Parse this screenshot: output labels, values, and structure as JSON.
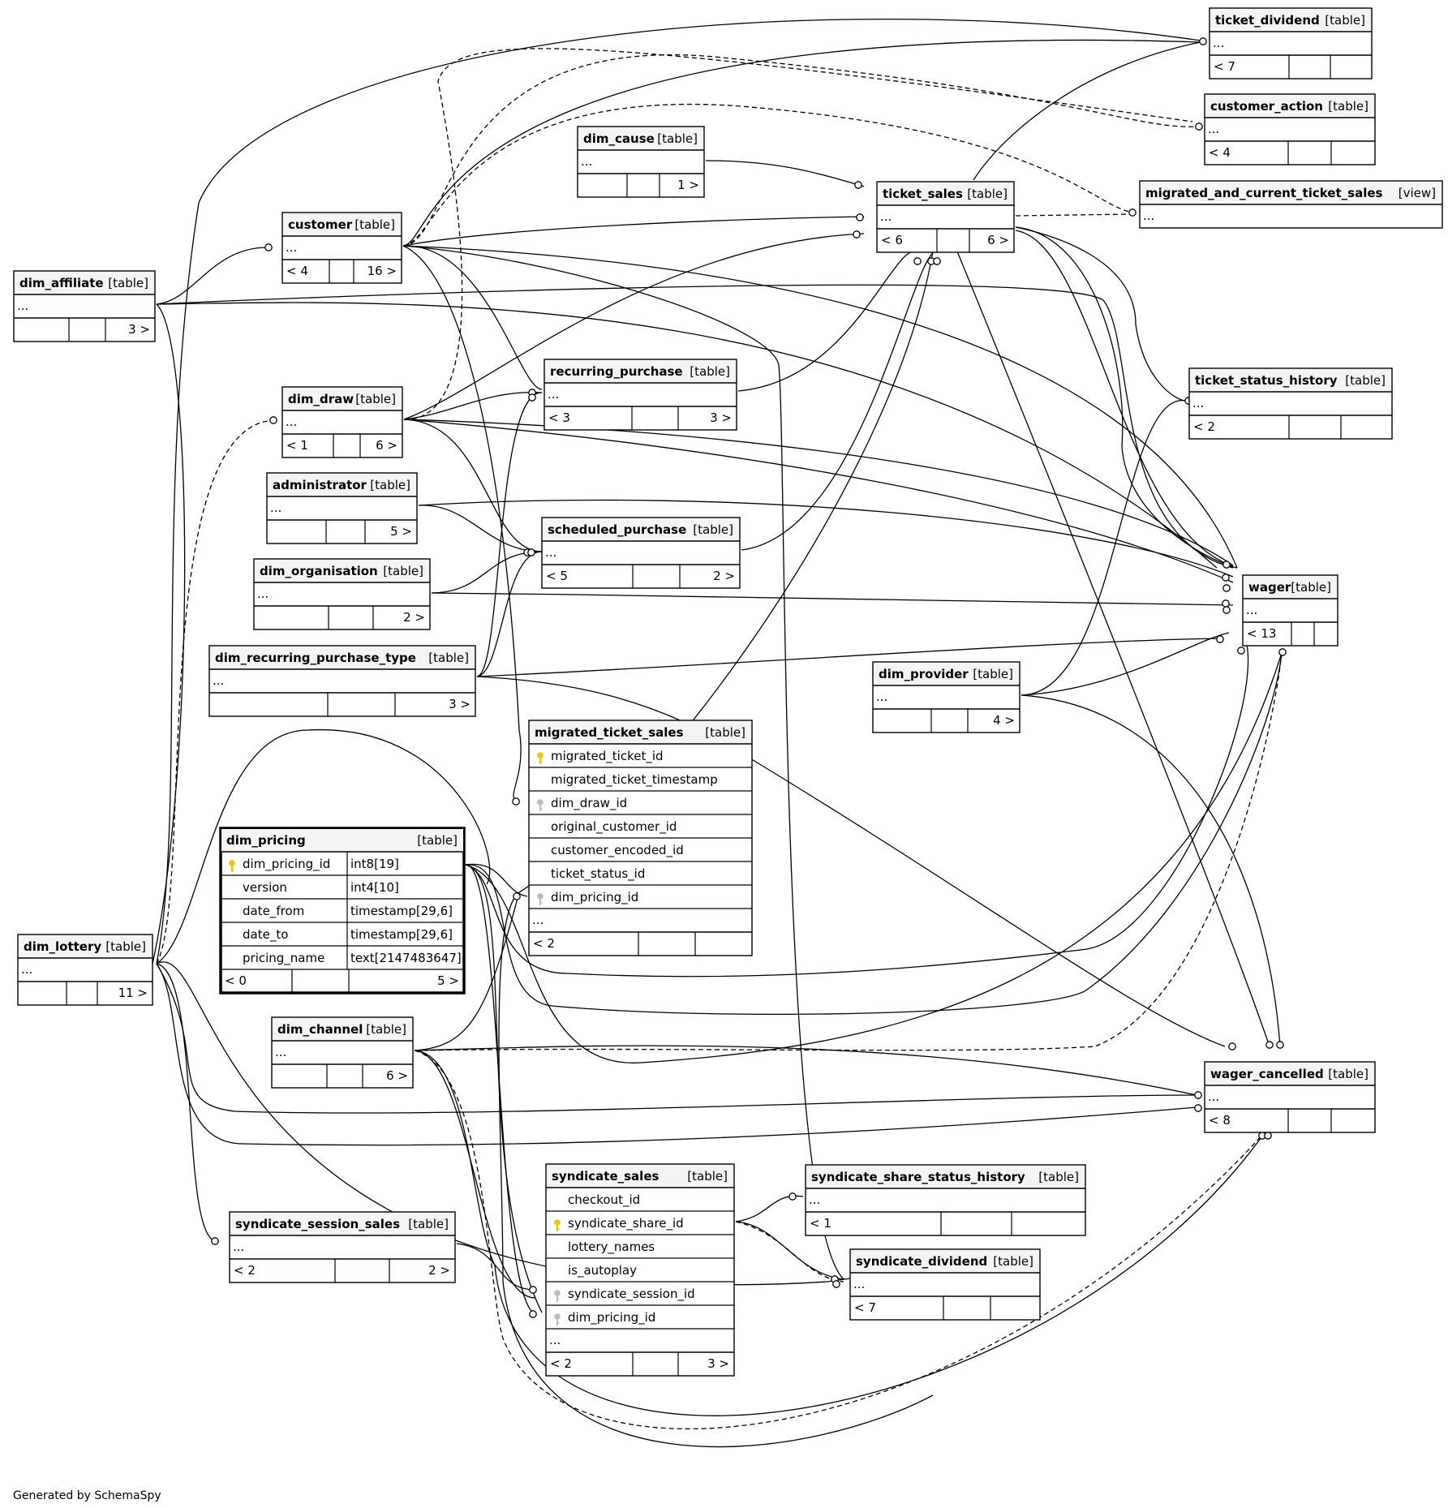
{
  "footer": "Generated by SchemaSpy",
  "tables": [
    {
      "id": "dim_affiliate",
      "name": "dim_affiliate",
      "kind": "[table]",
      "cols": [],
      "extra": "...",
      "footer": [
        "",
        "",
        "3 >"
      ]
    },
    {
      "id": "customer",
      "name": "customer",
      "kind": "[table]",
      "cols": [],
      "extra": "...",
      "footer": [
        "< 4",
        "",
        "16 >"
      ]
    },
    {
      "id": "dim_draw",
      "name": "dim_draw",
      "kind": "[table]",
      "cols": [],
      "extra": "...",
      "footer": [
        "< 1",
        "",
        "6 >"
      ]
    },
    {
      "id": "administrator",
      "name": "administrator",
      "kind": "[table]",
      "cols": [],
      "extra": "...",
      "footer": [
        "",
        "",
        "5 >"
      ]
    },
    {
      "id": "dim_organisation",
      "name": "dim_organisation",
      "kind": "[table]",
      "cols": [],
      "extra": "...",
      "footer": [
        "",
        "",
        "2 >"
      ]
    },
    {
      "id": "dim_recurring_purchase_type",
      "name": "dim_recurring_purchase_type",
      "kind": "[table]",
      "cols": [],
      "extra": "...",
      "footer": [
        "",
        "",
        "3 >"
      ]
    },
    {
      "id": "dim_cause",
      "name": "dim_cause",
      "kind": "[table]",
      "cols": [],
      "extra": "...",
      "footer": [
        "",
        "",
        "1 >"
      ]
    },
    {
      "id": "recurring_purchase",
      "name": "recurring_purchase",
      "kind": "[table]",
      "cols": [],
      "extra": "...",
      "footer": [
        "< 3",
        "",
        "3 >"
      ]
    },
    {
      "id": "scheduled_purchase",
      "name": "scheduled_purchase",
      "kind": "[table]",
      "cols": [],
      "extra": "...",
      "footer": [
        "< 5",
        "",
        "2 >"
      ]
    },
    {
      "id": "ticket_sales",
      "name": "ticket_sales",
      "kind": "[table]",
      "cols": [],
      "extra": "...",
      "footer": [
        "< 6",
        "",
        "6 >"
      ]
    },
    {
      "id": "ticket_dividend",
      "name": "ticket_dividend",
      "kind": "[table]",
      "cols": [],
      "extra": "...",
      "footer": [
        "< 7",
        "",
        ""
      ]
    },
    {
      "id": "customer_action",
      "name": "customer_action",
      "kind": "[table]",
      "cols": [],
      "extra": "...",
      "footer": [
        "< 4",
        "",
        ""
      ]
    },
    {
      "id": "migrated_and_current_ticket_sales",
      "name": "migrated_and_current_ticket_sales",
      "kind": "[view]",
      "cols": [],
      "extra": "...",
      "footer": null
    },
    {
      "id": "ticket_status_history",
      "name": "ticket_status_history",
      "kind": "[table]",
      "cols": [],
      "extra": "...",
      "footer": [
        "< 2",
        "",
        ""
      ]
    },
    {
      "id": "wager",
      "name": "wager",
      "kind": "[table]",
      "cols": [],
      "extra": "...",
      "footer": [
        "< 13",
        "",
        ""
      ]
    },
    {
      "id": "dim_provider",
      "name": "dim_provider",
      "kind": "[table]",
      "cols": [],
      "extra": "...",
      "footer": [
        "",
        "",
        "4 >"
      ]
    },
    {
      "id": "migrated_ticket_sales",
      "name": "migrated_ticket_sales",
      "kind": "[table]",
      "cols": [
        {
          "name": "migrated_ticket_id",
          "key": "pk"
        },
        {
          "name": "migrated_ticket_timestamp",
          "key": ""
        },
        {
          "name": "dim_draw_id",
          "key": "fk"
        },
        {
          "name": "original_customer_id",
          "key": ""
        },
        {
          "name": "customer_encoded_id",
          "key": ""
        },
        {
          "name": "ticket_status_id",
          "key": ""
        },
        {
          "name": "dim_pricing_id",
          "key": "fk"
        }
      ],
      "extra": "...",
      "footer": [
        "< 2",
        "",
        ""
      ]
    },
    {
      "id": "dim_pricing",
      "name": "dim_pricing",
      "kind": "[table]",
      "focus": true,
      "cols": [
        {
          "name": "dim_pricing_id",
          "key": "pk",
          "type": "int8[19]"
        },
        {
          "name": "version",
          "key": "",
          "type": "int4[10]"
        },
        {
          "name": "date_from",
          "key": "",
          "type": "timestamp[29,6]"
        },
        {
          "name": "date_to",
          "key": "",
          "type": "timestamp[29,6]"
        },
        {
          "name": "pricing_name",
          "key": "",
          "type": "text[2147483647]"
        }
      ],
      "extra": null,
      "footer": [
        "< 0",
        "",
        "5 >"
      ]
    },
    {
      "id": "dim_lottery",
      "name": "dim_lottery",
      "kind": "[table]",
      "cols": [],
      "extra": "...",
      "footer": [
        "",
        "",
        "11 >"
      ]
    },
    {
      "id": "dim_channel",
      "name": "dim_channel",
      "kind": "[table]",
      "cols": [],
      "extra": "...",
      "footer": [
        "",
        "",
        "6 >"
      ]
    },
    {
      "id": "wager_cancelled",
      "name": "wager_cancelled",
      "kind": "[table]",
      "cols": [],
      "extra": "...",
      "footer": [
        "< 8",
        "",
        ""
      ]
    },
    {
      "id": "syndicate_sales",
      "name": "syndicate_sales",
      "kind": "[table]",
      "cols": [
        {
          "name": "checkout_id",
          "key": ""
        },
        {
          "name": "syndicate_share_id",
          "key": "pk"
        },
        {
          "name": "lottery_names",
          "key": ""
        },
        {
          "name": "is_autoplay",
          "key": ""
        },
        {
          "name": "syndicate_session_id",
          "key": "fk"
        },
        {
          "name": "dim_pricing_id",
          "key": "fk"
        }
      ],
      "extra": "...",
      "footer": [
        "< 2",
        "",
        "3 >"
      ]
    },
    {
      "id": "syndicate_share_status_history",
      "name": "syndicate_share_status_history",
      "kind": "[table]",
      "cols": [],
      "extra": "...",
      "footer": [
        "< 1",
        "",
        ""
      ]
    },
    {
      "id": "syndicate_session_sales",
      "name": "syndicate_session_sales",
      "kind": "[table]",
      "cols": [],
      "extra": "...",
      "footer": [
        "< 2",
        "",
        "2 >"
      ]
    },
    {
      "id": "syndicate_dividend",
      "name": "syndicate_dividend",
      "kind": "[table]",
      "cols": [],
      "extra": "...",
      "footer": [
        "< 7",
        "",
        ""
      ]
    }
  ]
}
